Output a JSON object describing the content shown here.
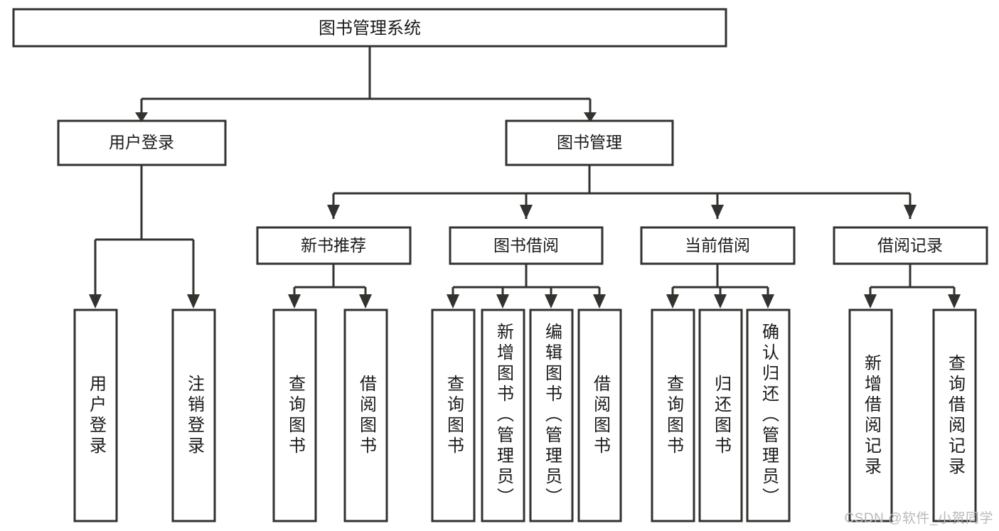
{
  "diagram": {
    "type": "tree-hierarchy",
    "title": "图书管理系统",
    "orientation": "top-down",
    "colors": {
      "box_stroke": "#32322f",
      "box_fill": "#ffffff",
      "connector": "#32322f",
      "text": "#1a1a1a",
      "watermark": "#b9b9b9",
      "background": "#ffffff"
    },
    "root": {
      "label": "图书管理系统"
    },
    "level2": [
      {
        "label": "用户登录"
      },
      {
        "label": "图书管理"
      }
    ],
    "level3": [
      {
        "label": "新书推荐"
      },
      {
        "label": "图书借阅"
      },
      {
        "label": "当前借阅"
      },
      {
        "label": "借阅记录"
      }
    ],
    "leaves": {
      "user_login": [
        {
          "label": "用户登录"
        },
        {
          "label": "注销登录"
        }
      ],
      "new_book_recommend": [
        {
          "label": "查询图书"
        },
        {
          "label": "借阅图书"
        }
      ],
      "book_borrow": [
        {
          "label": "查询图书"
        },
        {
          "label": "新增图书（管理员）"
        },
        {
          "label": "编辑图书（管理员）"
        },
        {
          "label": "借阅图书"
        }
      ],
      "current_borrow": [
        {
          "label": "查询图书"
        },
        {
          "label": "归还图书"
        },
        {
          "label": "确认归还（管理员）"
        }
      ],
      "borrow_record": [
        {
          "label": "新增借阅记录"
        },
        {
          "label": "查询借阅记录"
        }
      ]
    }
  },
  "watermark": {
    "text": "CSDN @软件_小贺同学"
  }
}
